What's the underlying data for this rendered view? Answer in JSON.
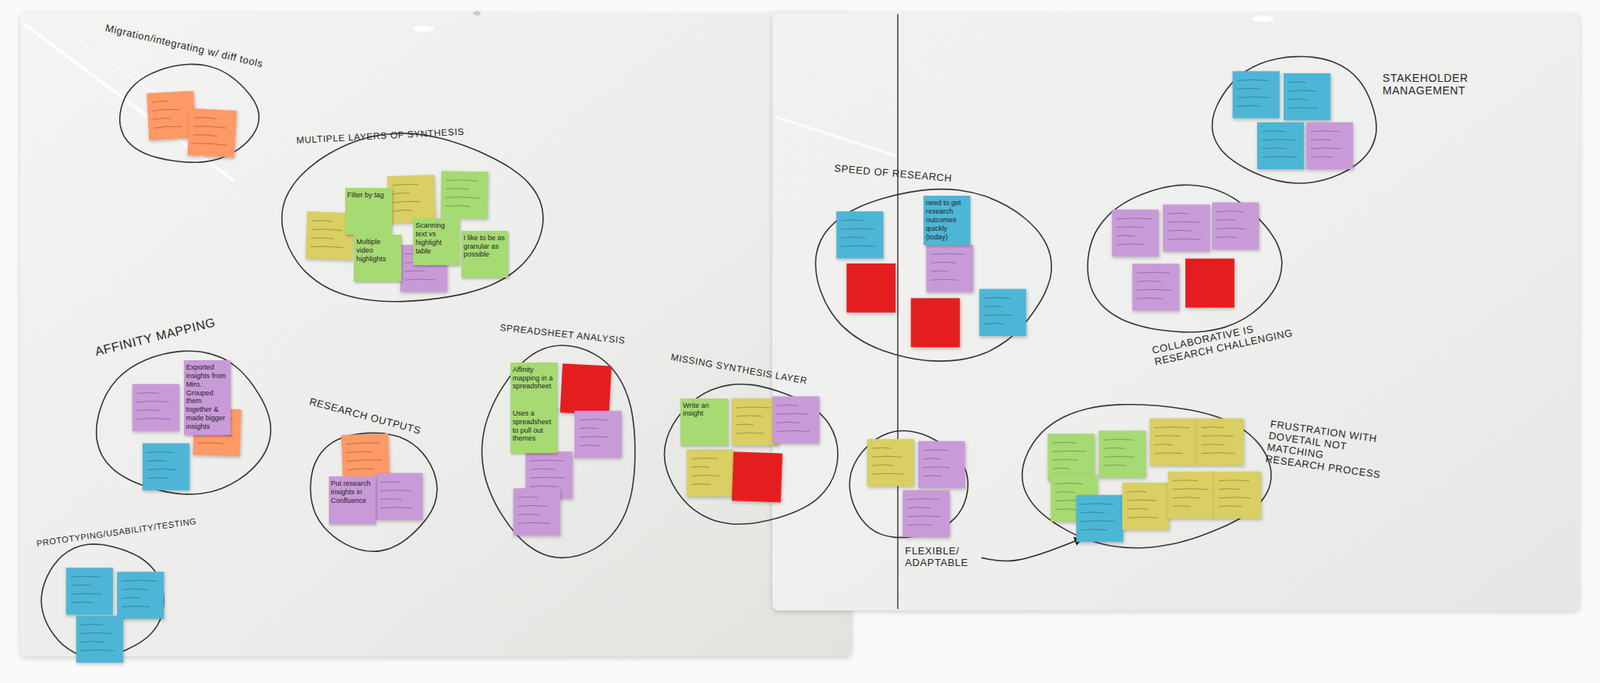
{
  "diagram": {
    "nodes": [
      {
        "text": [
          "Migration/integrating w/ diff tools"
        ]
      },
      {
        "text": [
          "MULTIPLE LAYERS OF SYNTHESIS"
        ]
      },
      {
        "text": [
          "Filter by tag"
        ],
        "in": 1
      },
      {
        "text": [
          "Multiple video highlights"
        ],
        "in": 1
      },
      {
        "text": [
          "Scanning text vs highlight table"
        ],
        "in": 1
      },
      {
        "text": [
          "I like to be as granular as possible"
        ],
        "in": 1
      },
      {
        "text": [
          "AFFINITY MAPPING"
        ]
      },
      {
        "text": [
          "Exported insights from Miro. Grouped them together & made bigger insights"
        ],
        "in": 6
      },
      {
        "text": [
          "PROTOTYPING/USABILITY/TESTING"
        ]
      },
      {
        "text": [
          "RESEARCH OUTPUTS"
        ]
      },
      {
        "text": [
          "Put research insights in Confluence"
        ],
        "in": 9
      },
      {
        "text": [
          "SPREADSHEET ANALYSIS"
        ]
      },
      {
        "text": [
          "Affinity mapping in a spreadsheet"
        ],
        "in": 11
      },
      {
        "text": [
          "Uses a spreadsheet to pull out themes"
        ],
        "in": 11
      },
      {
        "text": [
          "MISSING SYNTHESIS LAYER"
        ]
      },
      {
        "text": [
          "Write an insight"
        ],
        "in": 14
      },
      {
        "text": [
          "SPEED OF RESEARCH"
        ]
      },
      {
        "text": [
          "need to get research outcomes quickly (today)"
        ],
        "in": 16
      },
      {
        "text": [
          "STAKEHOLDER MANAGEMENT"
        ]
      },
      {
        "text": [
          "COLLABORATIVE IS RESEARCH CHALLENGING"
        ]
      },
      {
        "text": [
          "FLEXIBLE/ ADAPTABLE"
        ]
      },
      {
        "text": [
          "FRUSTRATION WITH DOVETAIL NOT MATCHING RESEARCH PROCESS"
        ]
      }
    ],
    "edges": [
      {
        "from": 20,
        "to": 21,
        "arrow": "to"
      }
    ]
  }
}
